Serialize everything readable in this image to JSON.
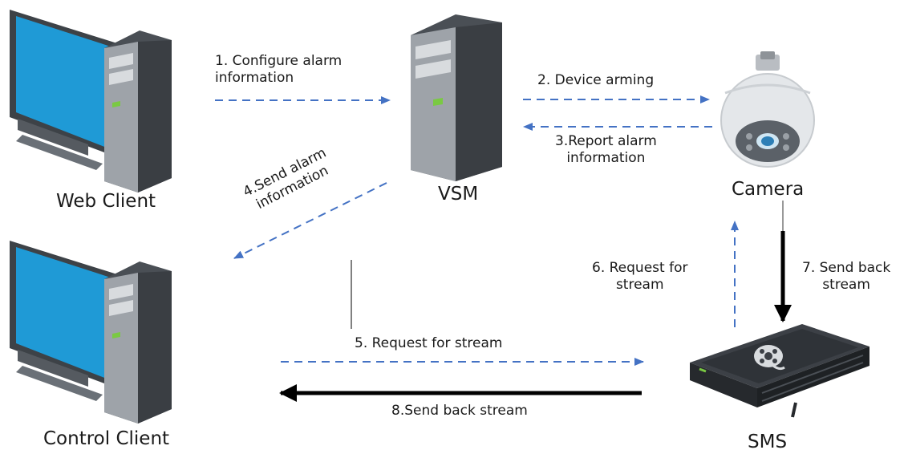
{
  "nodes": {
    "web_client": "Web Client",
    "vsm": "VSM",
    "camera": "Camera",
    "control_client": "Control Client",
    "sms": "SMS"
  },
  "edges": {
    "e1": [
      "1. Configure alarm",
      "information"
    ],
    "e2": [
      "2. Device arming"
    ],
    "e3": [
      "3.Report alarm",
      "information"
    ],
    "e4": [
      "4.Send alarm",
      "information"
    ],
    "e5": [
      "5. Request for stream"
    ],
    "e6": [
      "6. Request for",
      "stream"
    ],
    "e7": [
      "7. Send back",
      "stream"
    ],
    "e8": [
      "8.Send back stream"
    ]
  },
  "colors": {
    "dashed_arrow": "#4472c4",
    "solid_arrow": "#000000",
    "screen": "#1f9ad6",
    "tower": "#4a4f55"
  },
  "icons": {
    "web_client": "desktop-computer-icon",
    "vsm": "server-tower-icon",
    "camera": "dome-camera-icon",
    "control_client": "desktop-computer-icon",
    "sms": "rack-server-icon"
  }
}
